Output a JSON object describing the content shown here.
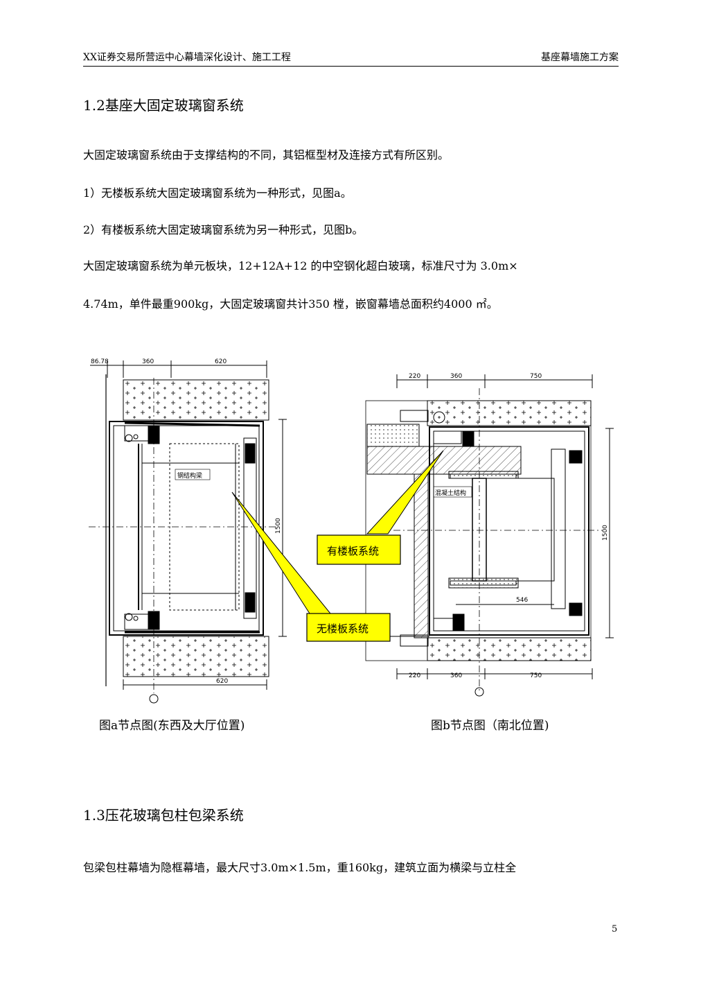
{
  "header": {
    "left": "XX证券交易所营运中心幕墙深化设计、施工工程",
    "right": "基座幕墙施工方案"
  },
  "section_1_2": {
    "title": "1.2基座大固定玻璃窗系统",
    "p1": "大固定玻璃窗系统由于支撑结构的不同，其铝框型材及连接方式有所区别。",
    "p2": "1）无楼板系统大固定玻璃窗系统为一种形式，见图a。",
    "p3": "2）有楼板系统大固定玻璃窗系统为另一种形式，见图b。",
    "p4": "大固定玻璃窗系统为单元板块，12+12A+12 的中空钢化超白玻璃，标准尺寸为 3.0m×",
    "p5": "4.74m，单件最重900kg，大固定玻璃窗共计350 樘，嵌窗幕墙总面积约4000 ㎡。"
  },
  "figure": {
    "a": {
      "dims_top": [
        "86.78",
        "360",
        "620"
      ],
      "dim_bottom": "620",
      "dim_side": "1500",
      "label": "钢结构梁",
      "caption": "图a节点图(东西及大厅位置)"
    },
    "b": {
      "dims_top": [
        "220",
        "360",
        "750"
      ],
      "dims_bottom": [
        "220",
        "360",
        "750"
      ],
      "dim_side": "1500",
      "dim_inner": "546",
      "label": "混凝土结构",
      "caption": "图b节点图（南北位置)"
    },
    "callout_floor": "有楼板系统",
    "callout_nofloor": "无楼板系统",
    "colors": {
      "callout_fill": "#ffff00",
      "line": "#000000"
    }
  },
  "section_1_3": {
    "title": "1.3压花玻璃包柱包梁系统",
    "p1": "包梁包柱幕墙为隐框幕墙，最大尺寸3.0m×1.5m，重160kg，建筑立面为横梁与立柱全"
  },
  "page_number": "5"
}
